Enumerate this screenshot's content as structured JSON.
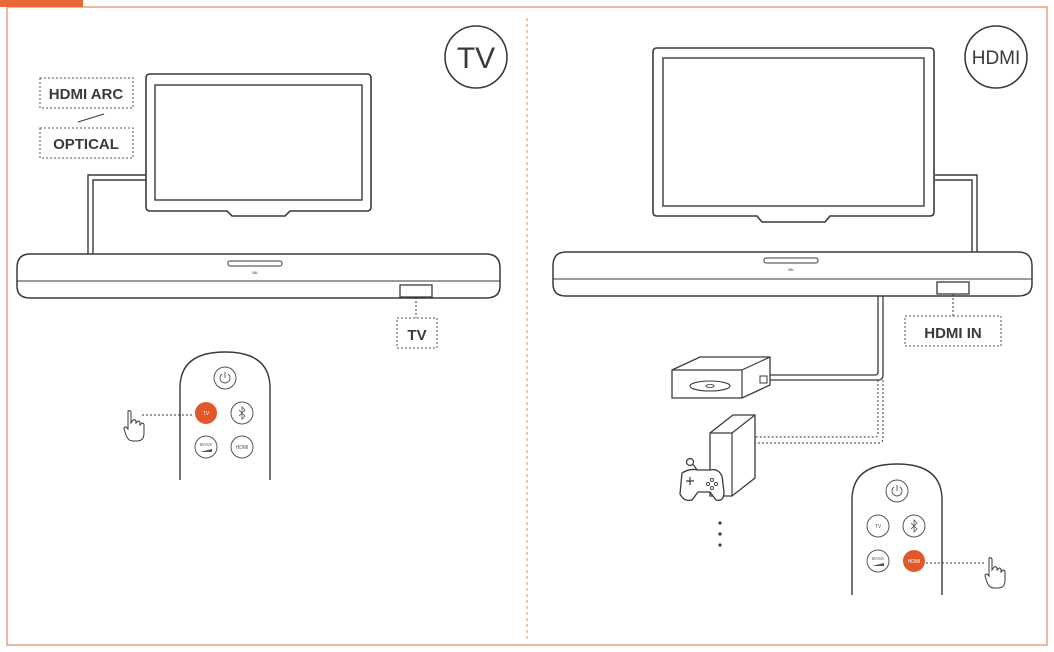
{
  "colors": {
    "accent": "#e8683a",
    "frame": "#e8a27e",
    "divider": "#e9a07c",
    "line": "#3a3a3a",
    "button_active": "#e2582a"
  },
  "left_panel": {
    "mode_badge": "TV",
    "labels": {
      "hdmi_arc": "HDMI ARC",
      "optical": "OPTICAL",
      "port": "TV"
    },
    "remote": {
      "power_icon": "power-icon",
      "tv_label": "TV",
      "bluetooth_icon": "bluetooth-icon",
      "bass_label": "BASS",
      "hdmi_label": "HDMI",
      "active_button": "TV"
    },
    "soundbar_logo": "JBL"
  },
  "right_panel": {
    "mode_badge": "HDMI",
    "labels": {
      "port": "HDMI IN"
    },
    "remote": {
      "power_icon": "power-icon",
      "tv_label": "TV",
      "bluetooth_icon": "bluetooth-icon",
      "bass_label": "BASS",
      "hdmi_label": "HDMI",
      "active_button": "HDMI"
    },
    "soundbar_logo": "JBL",
    "devices": [
      "disc-player",
      "game-console",
      "more-devices"
    ]
  }
}
